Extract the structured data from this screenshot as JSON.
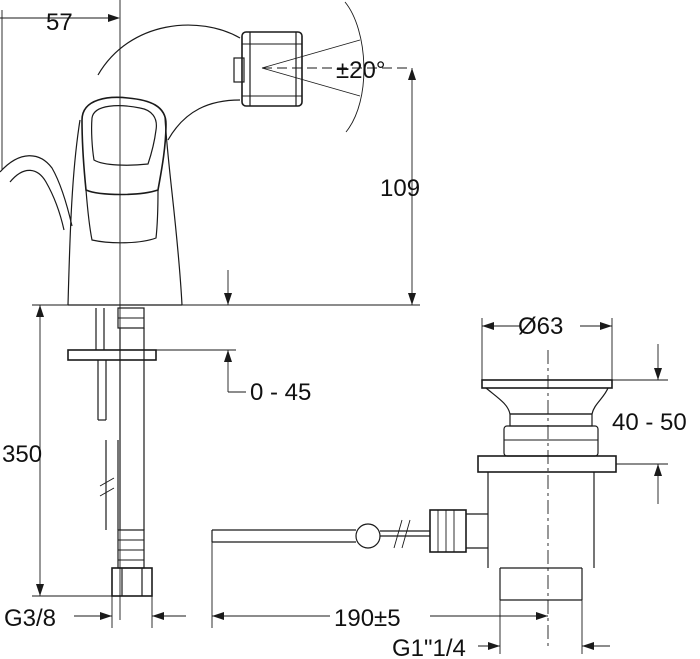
{
  "dimensions": {
    "spout_reach": "57",
    "spray_angle": "±20°",
    "height": "109",
    "deck_thickness": "0 - 45",
    "hose_length": "350",
    "inlet_thread": "G3/8",
    "waste_diameter": "Ø63",
    "waste_height": "40 - 50",
    "rod_length": "190±5",
    "waste_thread": "G1\"1/4"
  },
  "colors": {
    "line": "#1a1a1a",
    "background": "#ffffff"
  }
}
